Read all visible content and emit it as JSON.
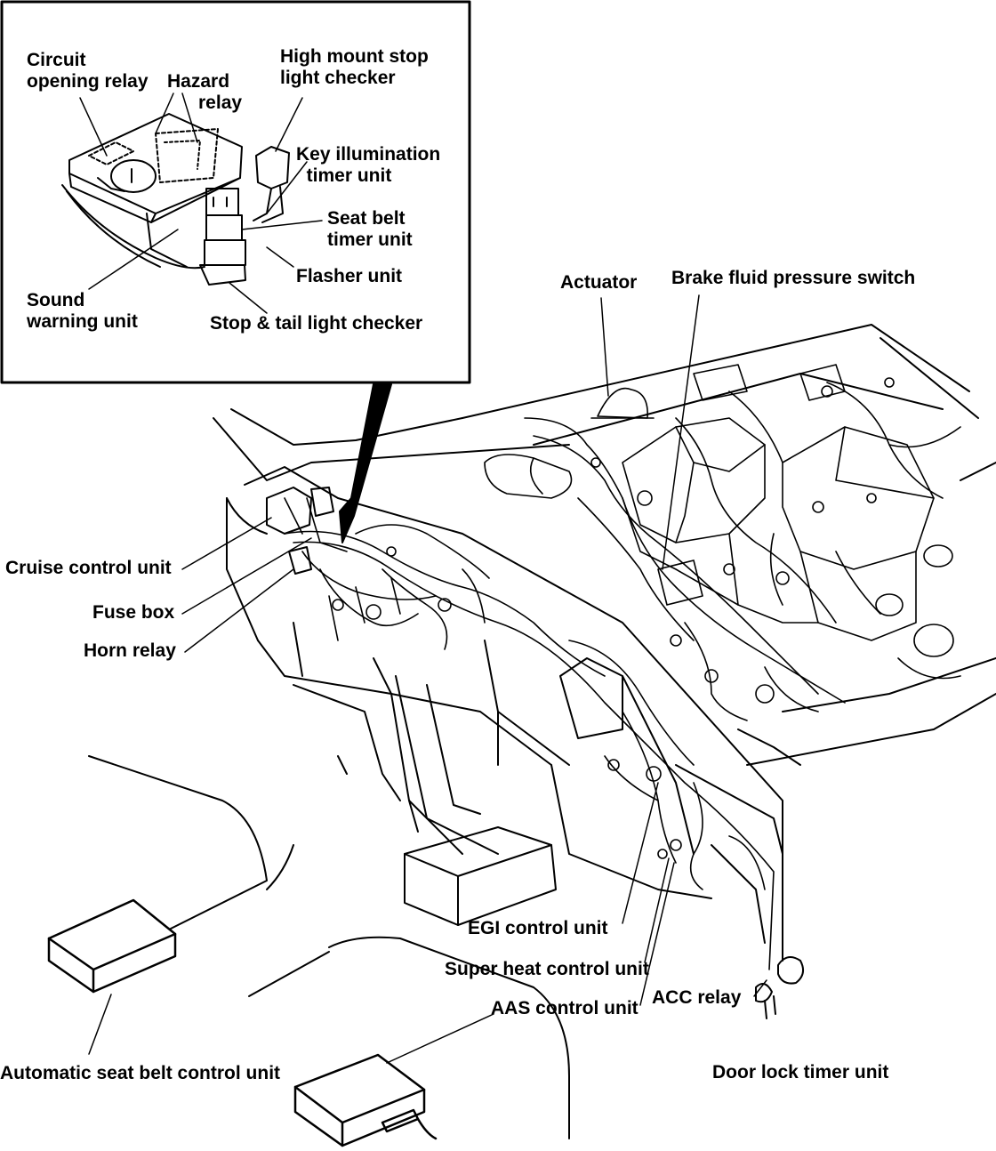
{
  "inset": {
    "labels": {
      "circuit_opening_relay": "Circuit\nopening relay",
      "hazard_relay": "Hazard\n      relay",
      "high_mount_stop_light_checker": "High mount stop\nlight checker",
      "key_illumination_timer_unit": "Key illumination\n  timer unit",
      "seat_belt_timer_unit": "Seat belt\ntimer unit",
      "flasher_unit": "Flasher unit",
      "sound_warning_unit": "Sound\nwarning unit",
      "stop_tail_light_checker": "Stop & tail light checker"
    }
  },
  "main": {
    "labels": {
      "actuator": "Actuator",
      "brake_fluid_pressure_switch": "Brake fluid pressure switch",
      "cruise_control_unit": "Cruise control unit",
      "fuse_box": "Fuse box",
      "horn_relay": "Horn relay",
      "egi_control_unit": "EGI control unit",
      "super_heat_control_unit": "Super heat control unit",
      "aas_control_unit": "AAS control unit",
      "acc_relay": "ACC relay",
      "automatic_seat_belt_control_unit": "Automatic seat belt control unit",
      "door_lock_timer_unit": "Door lock timer unit"
    }
  }
}
